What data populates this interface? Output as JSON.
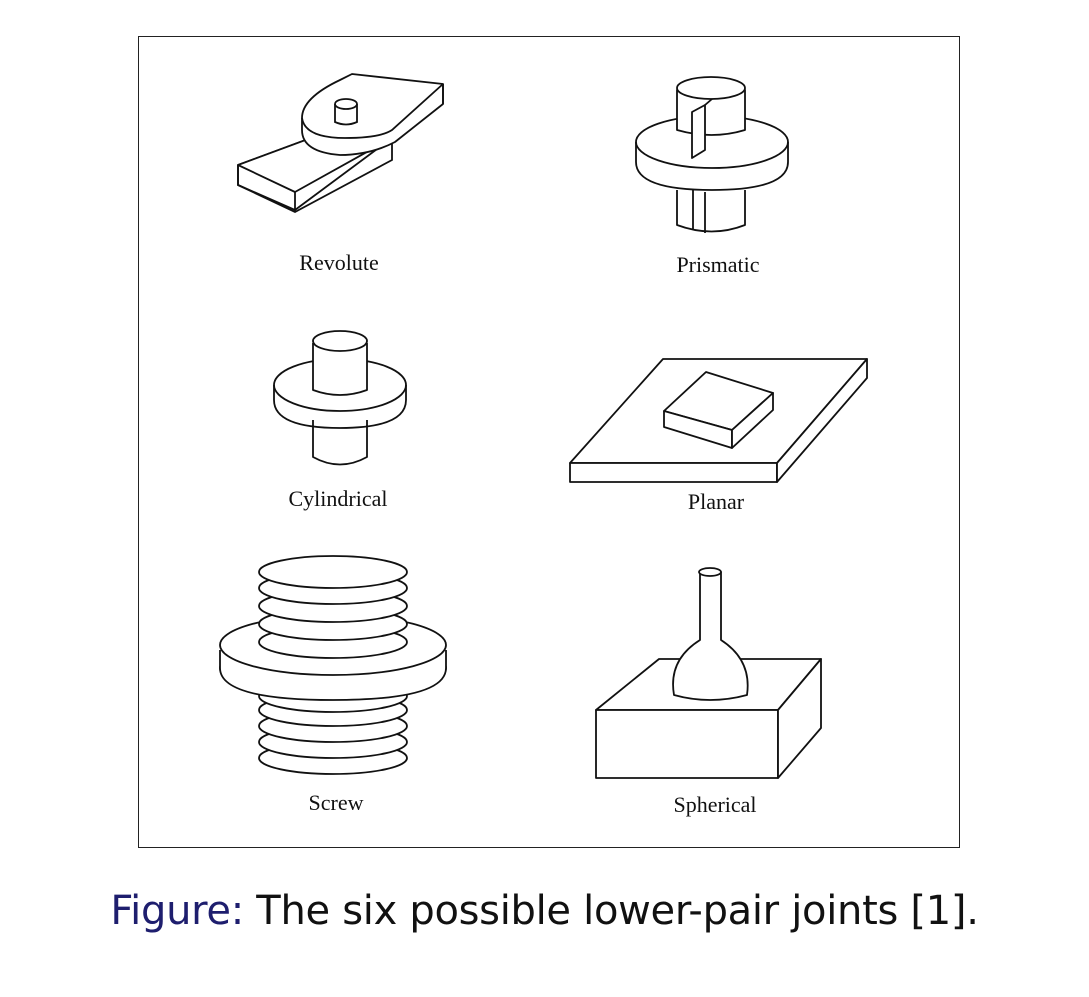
{
  "figure": {
    "joints": [
      {
        "id": "revolute",
        "label": "Revolute"
      },
      {
        "id": "prismatic",
        "label": "Prismatic"
      },
      {
        "id": "cylindrical",
        "label": "Cylindrical"
      },
      {
        "id": "planar",
        "label": "Planar"
      },
      {
        "id": "screw",
        "label": "Screw"
      },
      {
        "id": "spherical",
        "label": "Spherical"
      }
    ]
  },
  "caption": {
    "prefix": "Figure:",
    "text": " The six possible lower-pair joints [1].",
    "prefix_color": "#1e1e6e"
  }
}
